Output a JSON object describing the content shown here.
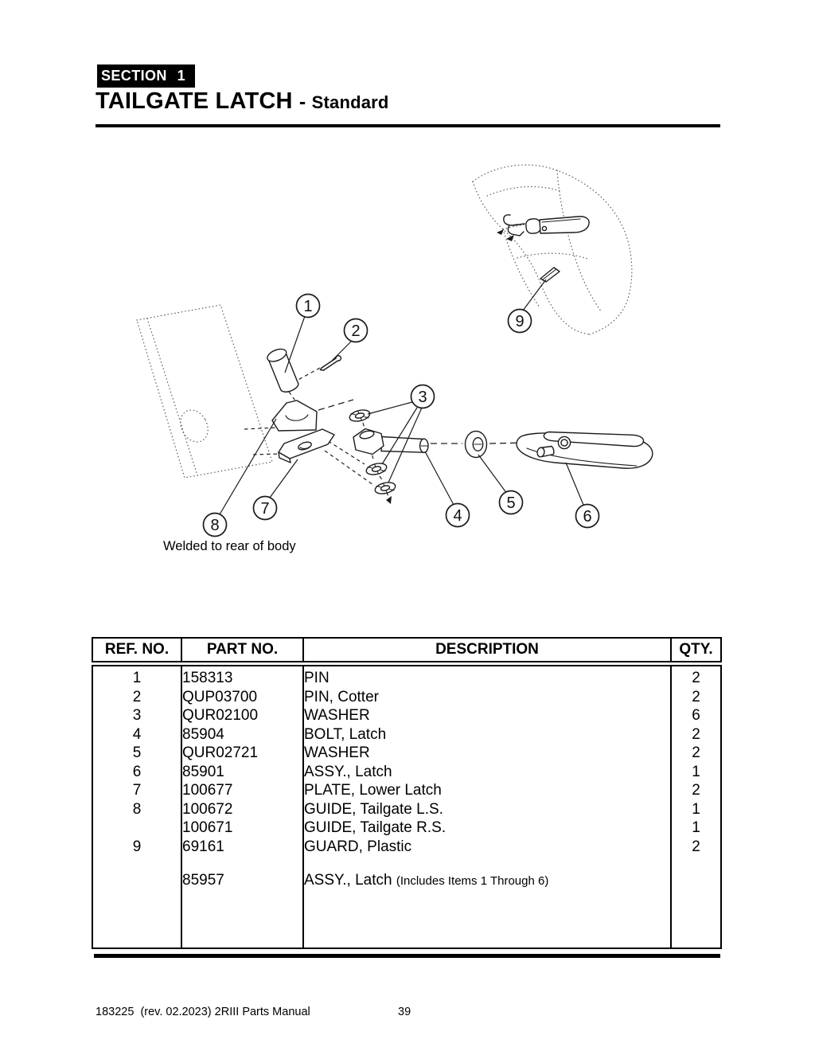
{
  "page": {
    "section_label": "SECTION",
    "section_number": "1",
    "title": "TAILGATE LATCH",
    "separator": "-",
    "subtitle": "Standard"
  },
  "diagram": {
    "caption": "Welded to rear of body",
    "callouts": [
      "1",
      "2",
      "3",
      "4",
      "5",
      "6",
      "7",
      "8",
      "9"
    ]
  },
  "parts_table": {
    "headers": [
      "REF. NO.",
      "PART NO.",
      "DESCRIPTION",
      "QTY."
    ],
    "rows": [
      {
        "ref": "1",
        "part": "158313",
        "desc": "PIN",
        "qty": "2"
      },
      {
        "ref": "2",
        "part": "QUP03700",
        "desc": "PIN, Cotter",
        "qty": "2"
      },
      {
        "ref": "3",
        "part": "QUR02100",
        "desc": "WASHER",
        "qty": "6"
      },
      {
        "ref": "4",
        "part": "85904",
        "desc": "BOLT, Latch",
        "qty": "2"
      },
      {
        "ref": "5",
        "part": "QUR02721",
        "desc": "WASHER",
        "qty": "2"
      },
      {
        "ref": "6",
        "part": "85901",
        "desc": "ASSY., Latch",
        "qty": "1"
      },
      {
        "ref": "7",
        "part": "100677",
        "desc": "PLATE, Lower Latch",
        "qty": "2"
      },
      {
        "ref": "8",
        "part": "100672",
        "desc": "GUIDE, Tailgate L.S.",
        "qty": "1"
      },
      {
        "ref": "",
        "part": "100671",
        "desc": "GUIDE, Tailgate R.S.",
        "qty": "1"
      },
      {
        "ref": "9",
        "part": "69161",
        "desc": "GUARD, Plastic",
        "qty": "2"
      },
      {
        "ref": "",
        "part": "85957",
        "desc": "ASSY., Latch",
        "desc_note": "(Includes Items 1 Through 6)",
        "qty": ""
      }
    ]
  },
  "footer": {
    "left": "183225  (rev. 02.2023) 2RIII Parts Manual",
    "page_number": "39"
  },
  "colors": {
    "ink": "#000000",
    "paper": "#ffffff"
  }
}
